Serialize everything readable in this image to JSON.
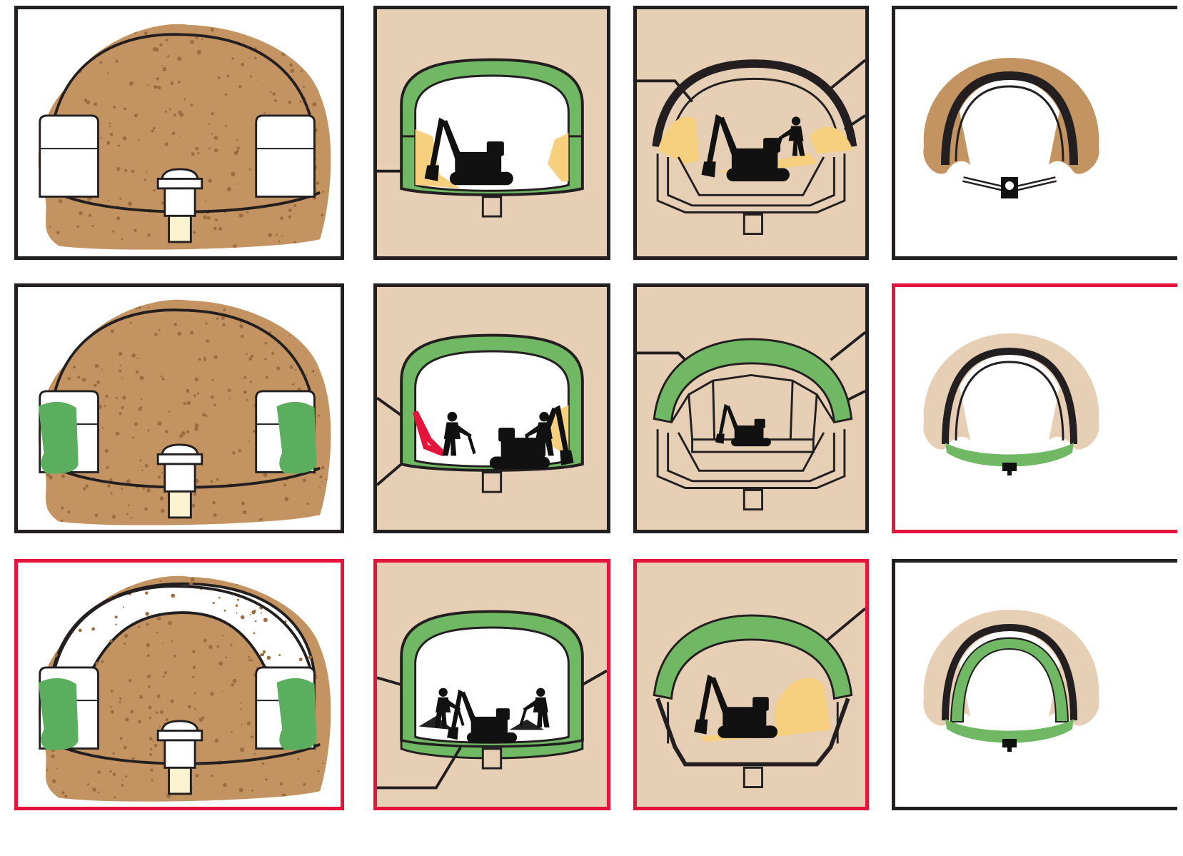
{
  "figure": {
    "rows": [
      {
        "panels": [
          {
            "kind": "drift-section",
            "stage": "side-drifts-open",
            "highlighted": false
          },
          {
            "kind": "tunnel-excavation",
            "stage": "bench-excavation",
            "highlighted": false
          },
          {
            "kind": "tunnel-excavation",
            "stage": "arch-support-excavation",
            "highlighted": false
          },
          {
            "kind": "lining-ring",
            "stage": "crown-support",
            "highlighted": false
          }
        ]
      },
      {
        "panels": [
          {
            "kind": "drift-section",
            "stage": "side-walls-concreted",
            "highlighted": false
          },
          {
            "kind": "tunnel-excavation",
            "stage": "side-wall-excavation",
            "highlighted": false
          },
          {
            "kind": "tunnel-excavation",
            "stage": "framed-core",
            "highlighted": false
          },
          {
            "kind": "lining-ring",
            "stage": "invert-closed",
            "highlighted": true
          }
        ]
      },
      {
        "panels": [
          {
            "kind": "drift-section",
            "stage": "crown-excavated",
            "highlighted": true
          },
          {
            "kind": "tunnel-excavation",
            "stage": "invert-excavation",
            "highlighted": true
          },
          {
            "kind": "tunnel-excavation",
            "stage": "core-removal",
            "highlighted": true
          },
          {
            "kind": "lining-ring",
            "stage": "full-lining",
            "highlighted": false
          }
        ]
      }
    ]
  },
  "colors": {
    "soil": "#c39461",
    "soil_dots": "#9b6d40",
    "ground_tan": "#e7cfb6",
    "shotcrete_green": "#70b863",
    "side_concrete_green": "#5cae5f",
    "loose_soil_yellow": "#f6d07f",
    "outline": "#231f20",
    "highlight_red": "#e4143c",
    "cream": "#fbf2cf",
    "support_red": "#e4143c"
  },
  "icons": [
    "excavator-icon",
    "worker-icon",
    "pipe-icon",
    "column-icon"
  ]
}
